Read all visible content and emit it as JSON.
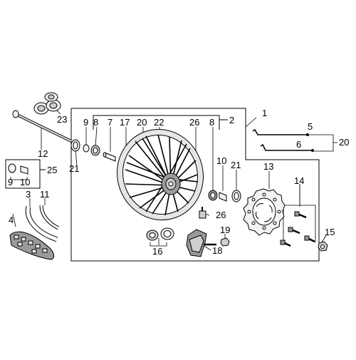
{
  "callouts": {
    "n1": "1",
    "n2": "2",
    "n3": "3",
    "n4": "4",
    "n5": "5",
    "n6": "6",
    "n7": "7",
    "n8a": "8",
    "n8b": "8",
    "n9a": "9",
    "n9b": "9",
    "n10a": "10",
    "n10b": "10",
    "n11": "11",
    "n12": "12",
    "n13": "13",
    "n14": "14",
    "n15": "15",
    "n16": "16",
    "n17": "17",
    "n18": "18",
    "n19": "19",
    "n20a": "20",
    "n20b": "20",
    "n21a": "21",
    "n21b": "21",
    "n22": "22",
    "n23": "23",
    "n25": "25",
    "n26a": "26",
    "n26b": "26"
  },
  "colors": {
    "line": "#000000",
    "part_fill": "#f2f2f2",
    "shade": "#9a9a9a",
    "rim": "#e6e6e6"
  }
}
